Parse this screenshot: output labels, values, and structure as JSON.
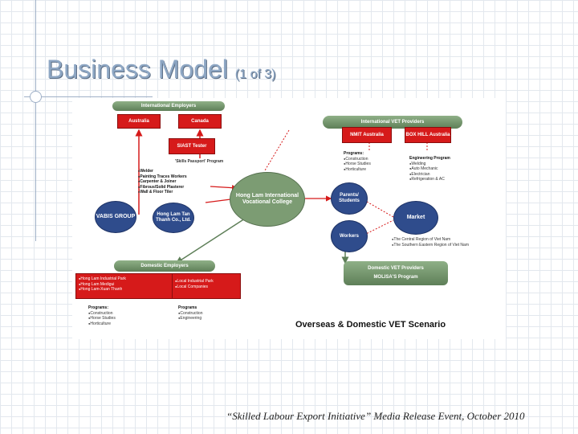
{
  "slide": {
    "title": "Business Model",
    "subtitle": "(1 of 3)",
    "footer": "“Skilled Labour Export Initiative” Media Release Event, October 2010"
  },
  "diagram": {
    "international_employers": {
      "label": "International Employers",
      "countries": [
        "Australia",
        "Canada"
      ]
    },
    "siast": {
      "label": "SIAST Tester"
    },
    "skills_passport": "'Skills Passport' Program",
    "trades": [
      "Welder",
      "Painting Traces Workers",
      "Carpenter & Joiner",
      "Fibrous/Solid Plasterer",
      "Wall & Floor Tiler"
    ],
    "vabis": "VABIS GROUP",
    "hong_lam_tan_thanh": "Hong Lam Tan Thanh Co., Ltd.",
    "college": "Hong Lam International Vocational College",
    "international_vet": {
      "label": "International VET Providers",
      "providers": [
        "NMIT Australia",
        "BOX HILL Australia"
      ]
    },
    "programs_left": {
      "heading": "Programs:",
      "items": [
        "Construction",
        "Horse Studies",
        "Horticulture"
      ]
    },
    "engineering_program": {
      "heading": "Engineering Program",
      "items": [
        "Welding",
        "Auto Mechanic",
        "Electrician",
        "Refrigeration & AC"
      ]
    },
    "parents_students": "Parents/ Students",
    "market": "Market",
    "workers": "Workers",
    "regions": [
      "The Central Region of Viet Nam",
      "The Southern Eastern Region of Viet Nam"
    ],
    "domestic_employers": {
      "label": "Domestic Employers"
    },
    "domestic_left": [
      "Hong Lam Industrial Park",
      "Hong Lam Medigui",
      "Hong Lam-Xuan Thanh"
    ],
    "domestic_right": [
      "Local Industrial Park",
      "Local Companies"
    ],
    "programs_bottom_left": {
      "heading": "Programs:",
      "items": [
        "Construction",
        "Horse Studies",
        "Horticulture"
      ]
    },
    "programs_bottom_right": {
      "heading": "Programs",
      "items": [
        "Construction",
        "Engineering"
      ]
    },
    "domestic_vet": {
      "label": "Domestic VET Providers",
      "program": "MOLISA'S Program"
    },
    "scenario": "Overseas & Domestic VET Scenario"
  }
}
